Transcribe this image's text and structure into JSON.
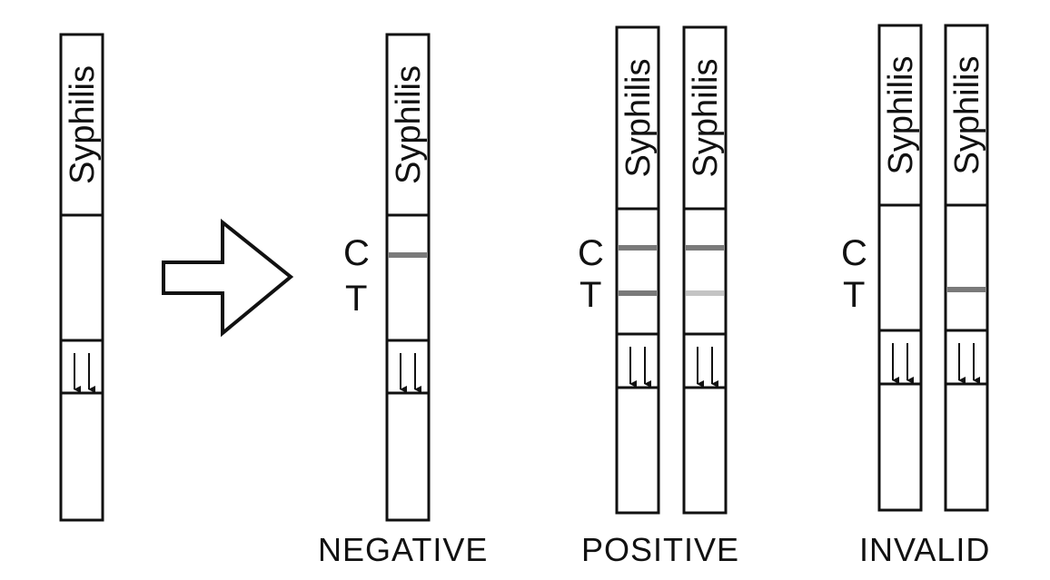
{
  "strip_text": "Syphilis",
  "control_label": "C",
  "test_label": "T",
  "results": {
    "negative": "NEGATIVE",
    "positive": "POSITIVE",
    "invalid": "INVALID"
  },
  "colors": {
    "outline": "#111111",
    "band_dark": "#7a7a7a",
    "band_faint": "#c4c4c4"
  },
  "strips": [
    {
      "name": "unused-strip",
      "control_band": "none",
      "test_band": "none"
    },
    {
      "name": "negative-strip",
      "control_band": "dark",
      "test_band": "none"
    },
    {
      "name": "positive-strip-strong",
      "control_band": "dark",
      "test_band": "dark"
    },
    {
      "name": "positive-strip-faint",
      "control_band": "dark",
      "test_band": "faint"
    },
    {
      "name": "invalid-strip-none",
      "control_band": "none",
      "test_band": "none"
    },
    {
      "name": "invalid-strip-test-only",
      "control_band": "none",
      "test_band": "dark"
    }
  ]
}
